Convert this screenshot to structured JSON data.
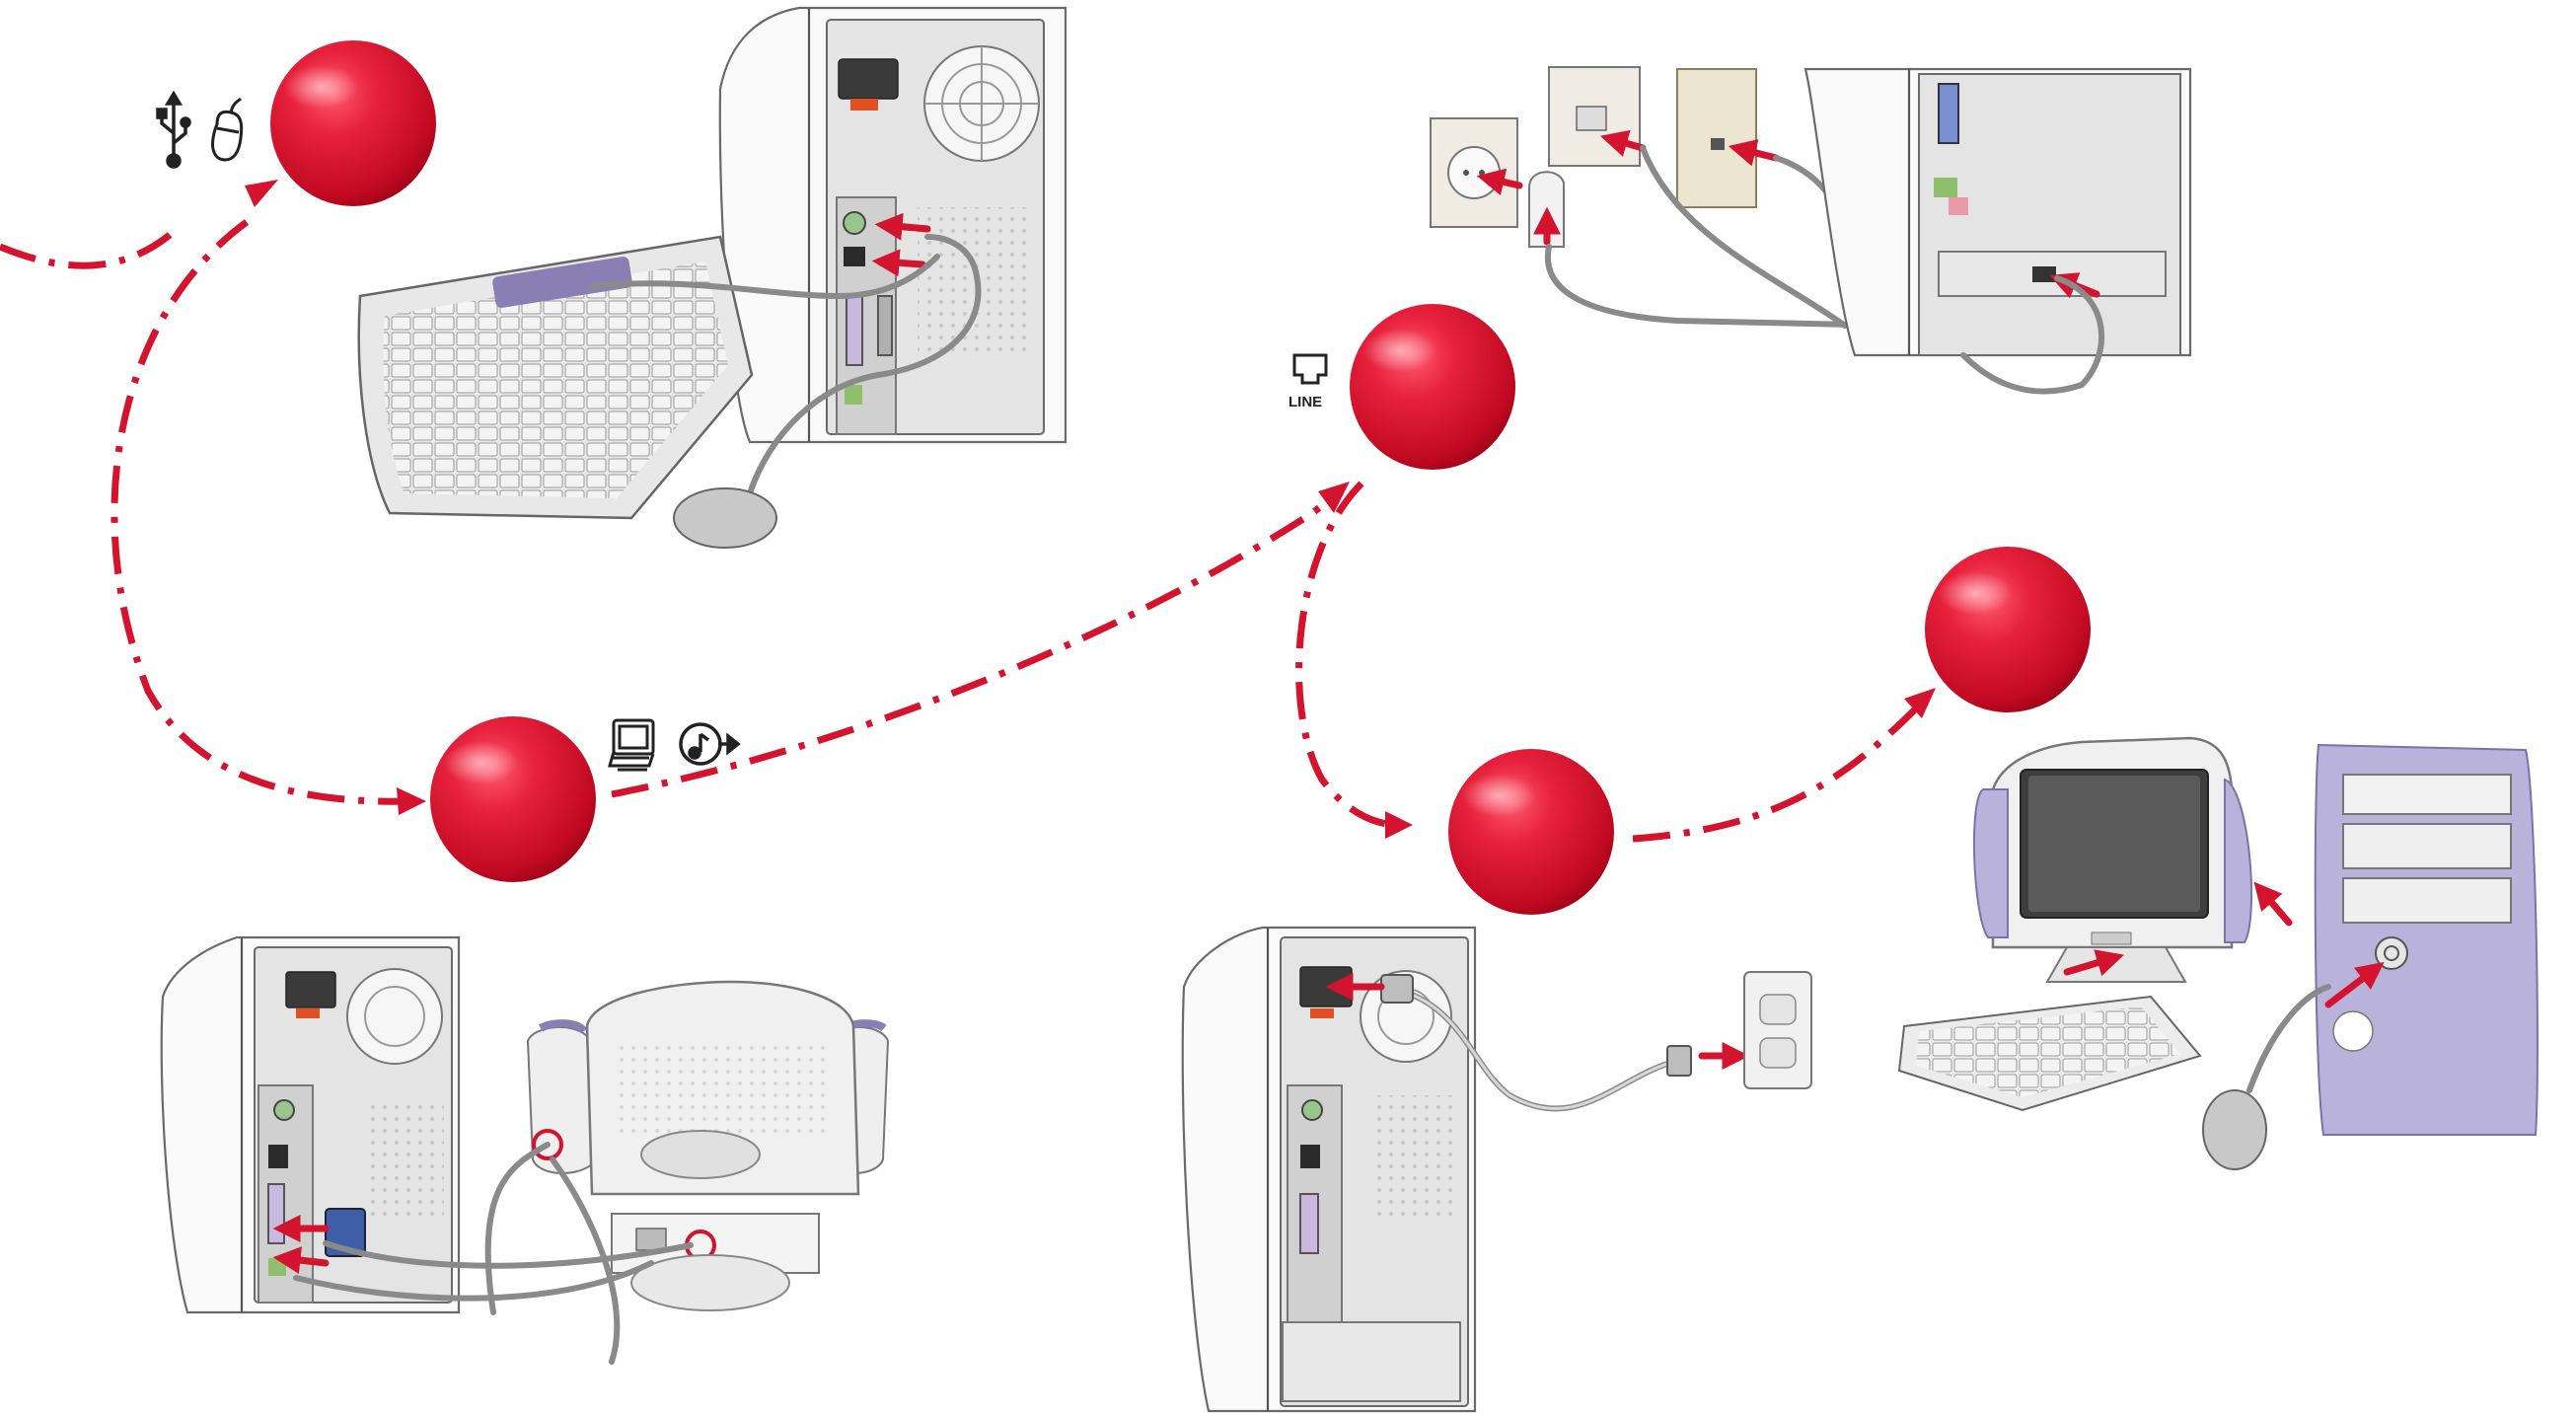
{
  "figure": {
    "steps": [
      {
        "id": "step-1-keyboard-mouse",
        "icons": [
          "usb-icon",
          "mouse-icon"
        ]
      },
      {
        "id": "step-2-monitor-speakers",
        "icons": [
          "monitor-icon",
          "audio-out-icon"
        ]
      },
      {
        "id": "step-3-phone-line",
        "icons": [
          "phone-jack-icon"
        ],
        "icon_label": "LINE"
      },
      {
        "id": "step-4-power",
        "icons": []
      },
      {
        "id": "step-5-power-on",
        "icons": []
      }
    ],
    "colors": {
      "accent": "#d4142e",
      "step_marker": "#d01030",
      "hardware_outline": "#6a6a6a",
      "cable": "#8a8a8a",
      "computer_trim": "#b9b3dc"
    }
  }
}
